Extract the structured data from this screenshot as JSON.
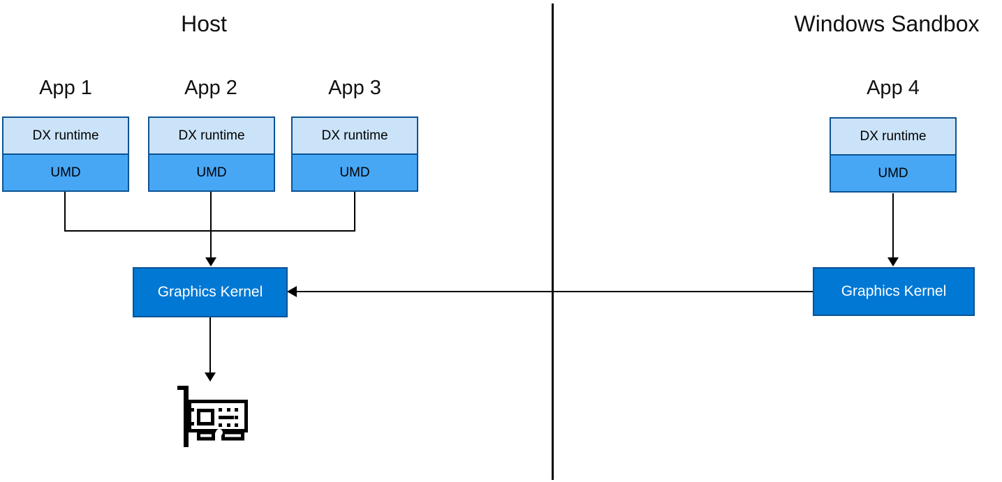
{
  "diagram": {
    "left_section_title": "Host",
    "right_section_title": "Windows Sandbox",
    "apps": [
      {
        "label": "App 1",
        "top_layer": "DX runtime",
        "bottom_layer": "UMD"
      },
      {
        "label": "App 2",
        "top_layer": "DX runtime",
        "bottom_layer": "UMD"
      },
      {
        "label": "App 3",
        "top_layer": "DX runtime",
        "bottom_layer": "UMD"
      },
      {
        "label": "App 4",
        "top_layer": "DX runtime",
        "bottom_layer": "UMD"
      }
    ],
    "host_kernel_label": "Graphics Kernel",
    "sandbox_kernel_label": "Graphics Kernel",
    "gpu_icon": "gpu-card-icon",
    "colors": {
      "dx_runtime_fill": "#cbe3f8",
      "umd_fill": "#47a7f5",
      "app_box_border": "#0b5394",
      "kernel_fill": "#0078d4",
      "kernel_border": "#0b5394",
      "kernel_text": "#ffffff",
      "line": "#000000"
    }
  }
}
